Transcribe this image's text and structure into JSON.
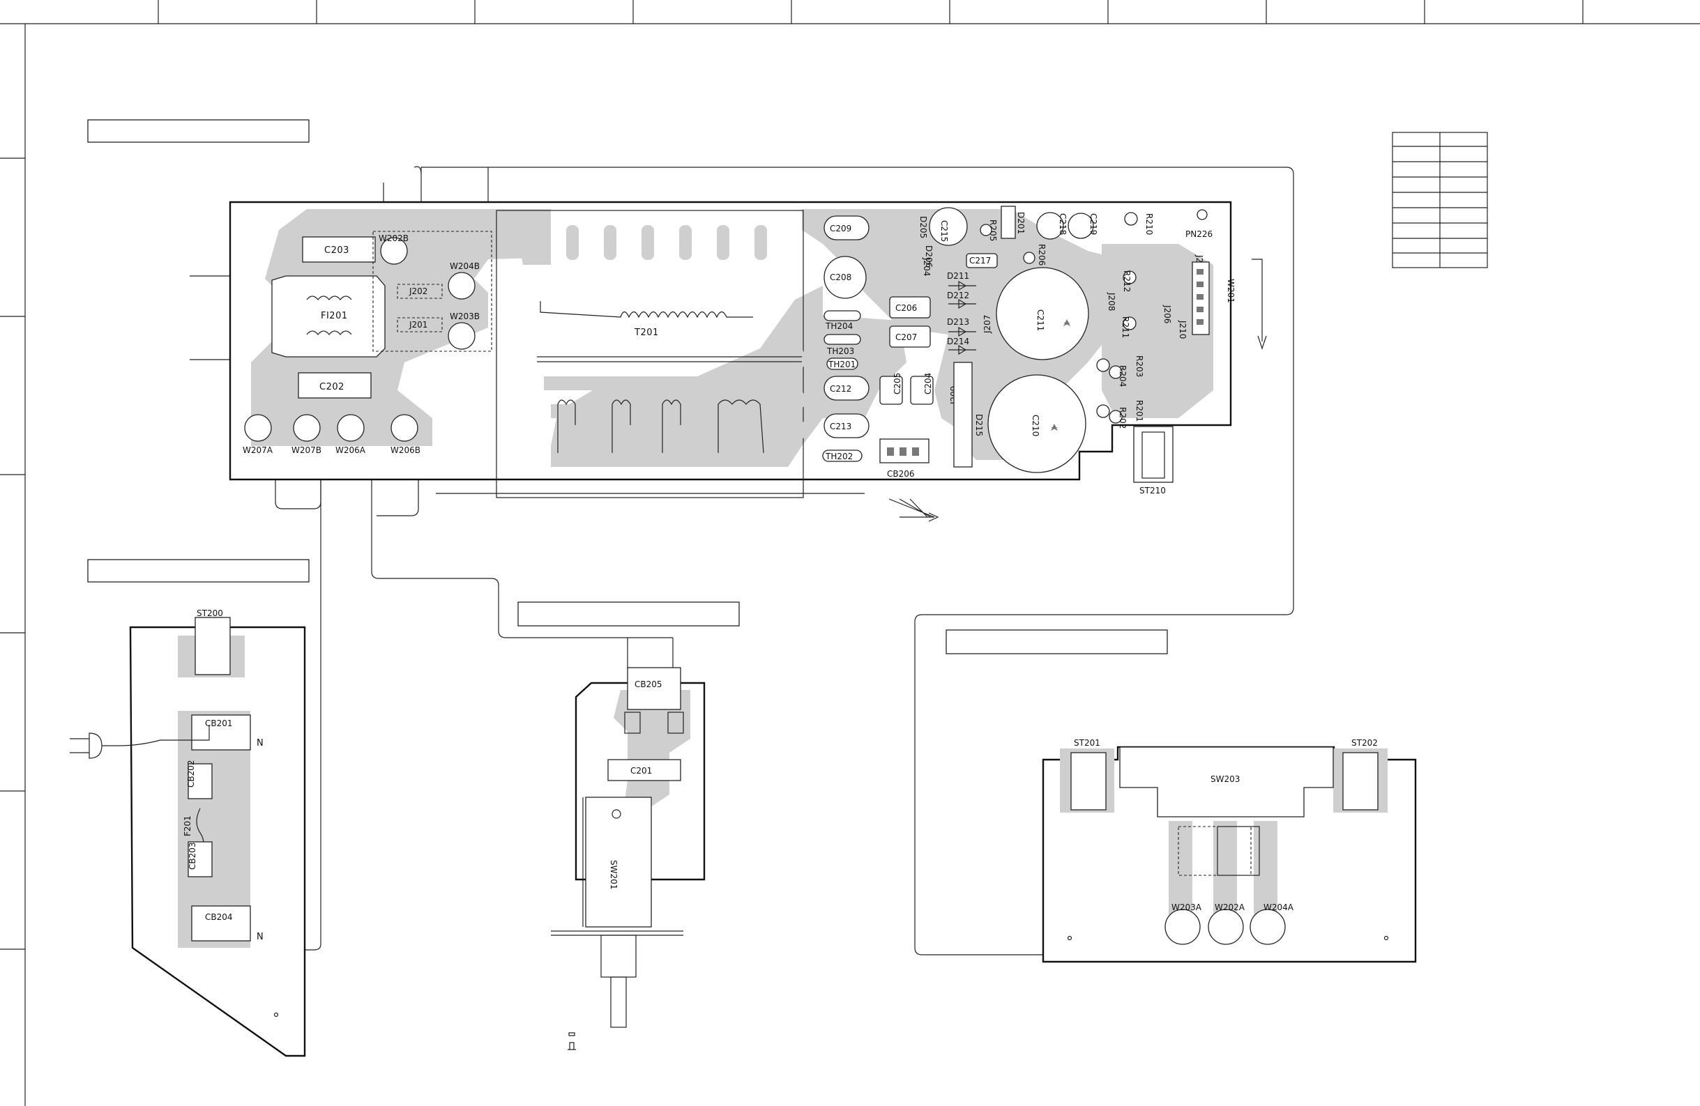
{
  "main_board": {
    "components": {
      "c203": "C203",
      "c202": "C202",
      "fi201": "FI201",
      "w202b": "W202B",
      "w204b": "W204B",
      "w203b": "W203B",
      "j202": "J202",
      "j201": "J201",
      "w207a": "W207A",
      "w207b": "W207B",
      "w206a": "W206A",
      "w206b": "W206B",
      "t201": "T201",
      "c209": "C209",
      "c208": "C208",
      "th204": "TH204",
      "th203": "TH203",
      "th201": "TH201",
      "c212": "C212",
      "c213": "C213",
      "th202": "TH202",
      "c205": "C205",
      "c204": "C204",
      "c206": "C206",
      "c207": "C207",
      "d205": "D205",
      "d206": "D206",
      "j204": "J204",
      "c215": "C215",
      "r205": "R205",
      "c217": "C217",
      "d201": "D201",
      "r206": "R206",
      "c218": "C218",
      "c219": "C219",
      "r210": "R210",
      "pn226": "PN226",
      "d211": "D211",
      "d212": "D212",
      "d213": "D213",
      "d214": "D214",
      "j207": "J207",
      "j208": "J208",
      "j209": "J209",
      "d215": "D215",
      "c211": "C211",
      "c210": "C210",
      "r212": "R212",
      "r211": "R211",
      "j206": "J206",
      "j210": "J210",
      "j211": "J211",
      "w201": "W201",
      "r203": "R203",
      "r204": "R204",
      "r201": "R201",
      "r202": "R202",
      "cb206": "CB206",
      "st210": "ST210"
    }
  },
  "ac_board": {
    "components": {
      "st200": "ST200",
      "cb201": "CB201",
      "cb202": "CB202",
      "f201": "F201",
      "cb203": "CB203",
      "cb204": "CB204",
      "n_top": "N",
      "n_bottom": "N"
    }
  },
  "switch_board": {
    "components": {
      "cb205": "CB205",
      "c201": "C201",
      "sw201": "SW201"
    }
  },
  "sw_board": {
    "components": {
      "st201": "ST201",
      "st202": "ST202",
      "sw203": "SW203",
      "w203a": "W203A",
      "w202a": "W202A",
      "w204a": "W204A"
    }
  },
  "colors": {
    "trace": "#cfcfcf",
    "line": "#111111",
    "background": "#ffffff"
  }
}
